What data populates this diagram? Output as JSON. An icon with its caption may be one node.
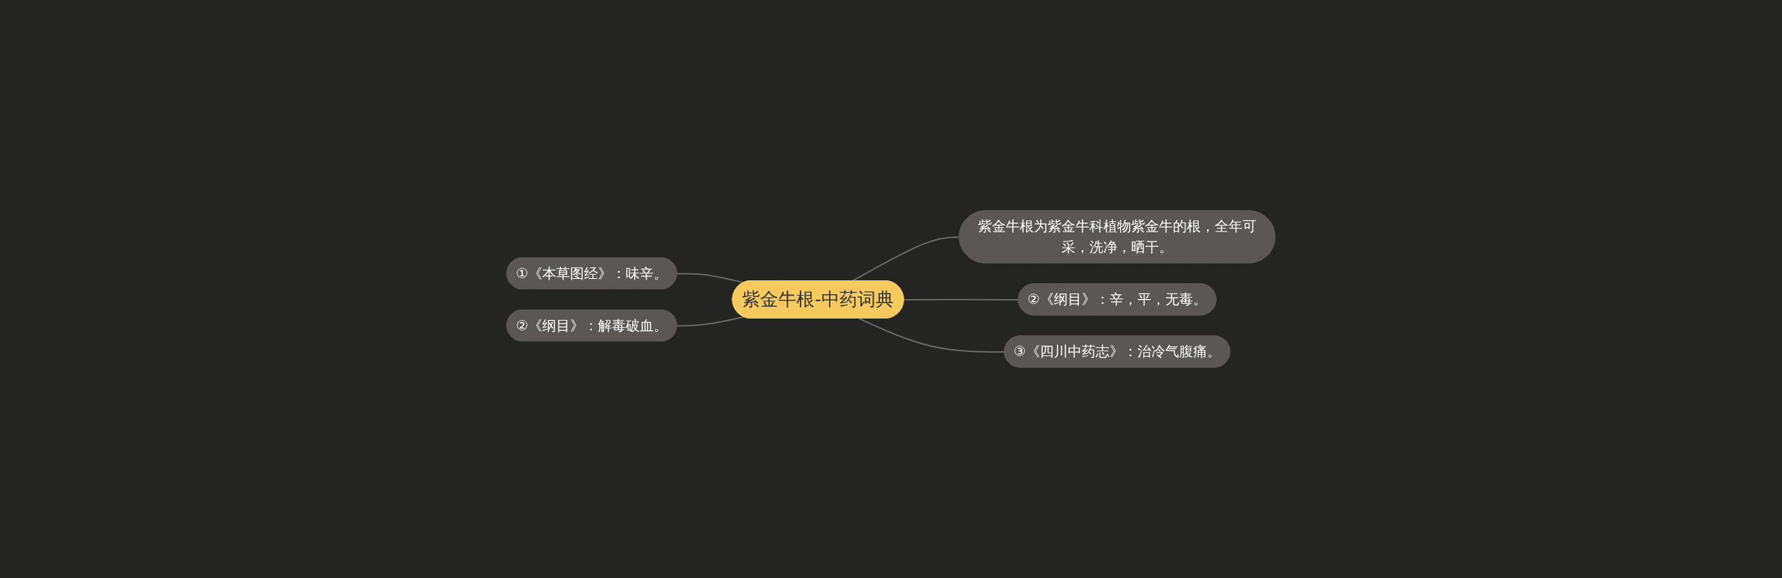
{
  "diagram": {
    "nodes": [
      {
        "text": [
          "紫金牛根-中药词典"
        ]
      },
      {
        "text": [
          "①《本草图经》：味辛。"
        ]
      },
      {
        "text": [
          "②《纲目》：解毒破血。"
        ]
      },
      {
        "text": [
          "紫金牛根为紫金牛科植物紫金牛的根，全年可采，洗净，晒干。"
        ]
      },
      {
        "text": [
          "②《纲目》：辛，平，无毒。"
        ]
      },
      {
        "text": [
          "③《四川中药志》：治冷气腹痛。"
        ]
      }
    ],
    "edges": [
      {
        "from": 1,
        "to": 0,
        "arrow": "none"
      },
      {
        "from": 2,
        "to": 0,
        "arrow": "none"
      },
      {
        "from": 0,
        "to": 3,
        "arrow": "none"
      },
      {
        "from": 0,
        "to": 4,
        "arrow": "none"
      },
      {
        "from": 0,
        "to": 5,
        "arrow": "none"
      }
    ]
  }
}
